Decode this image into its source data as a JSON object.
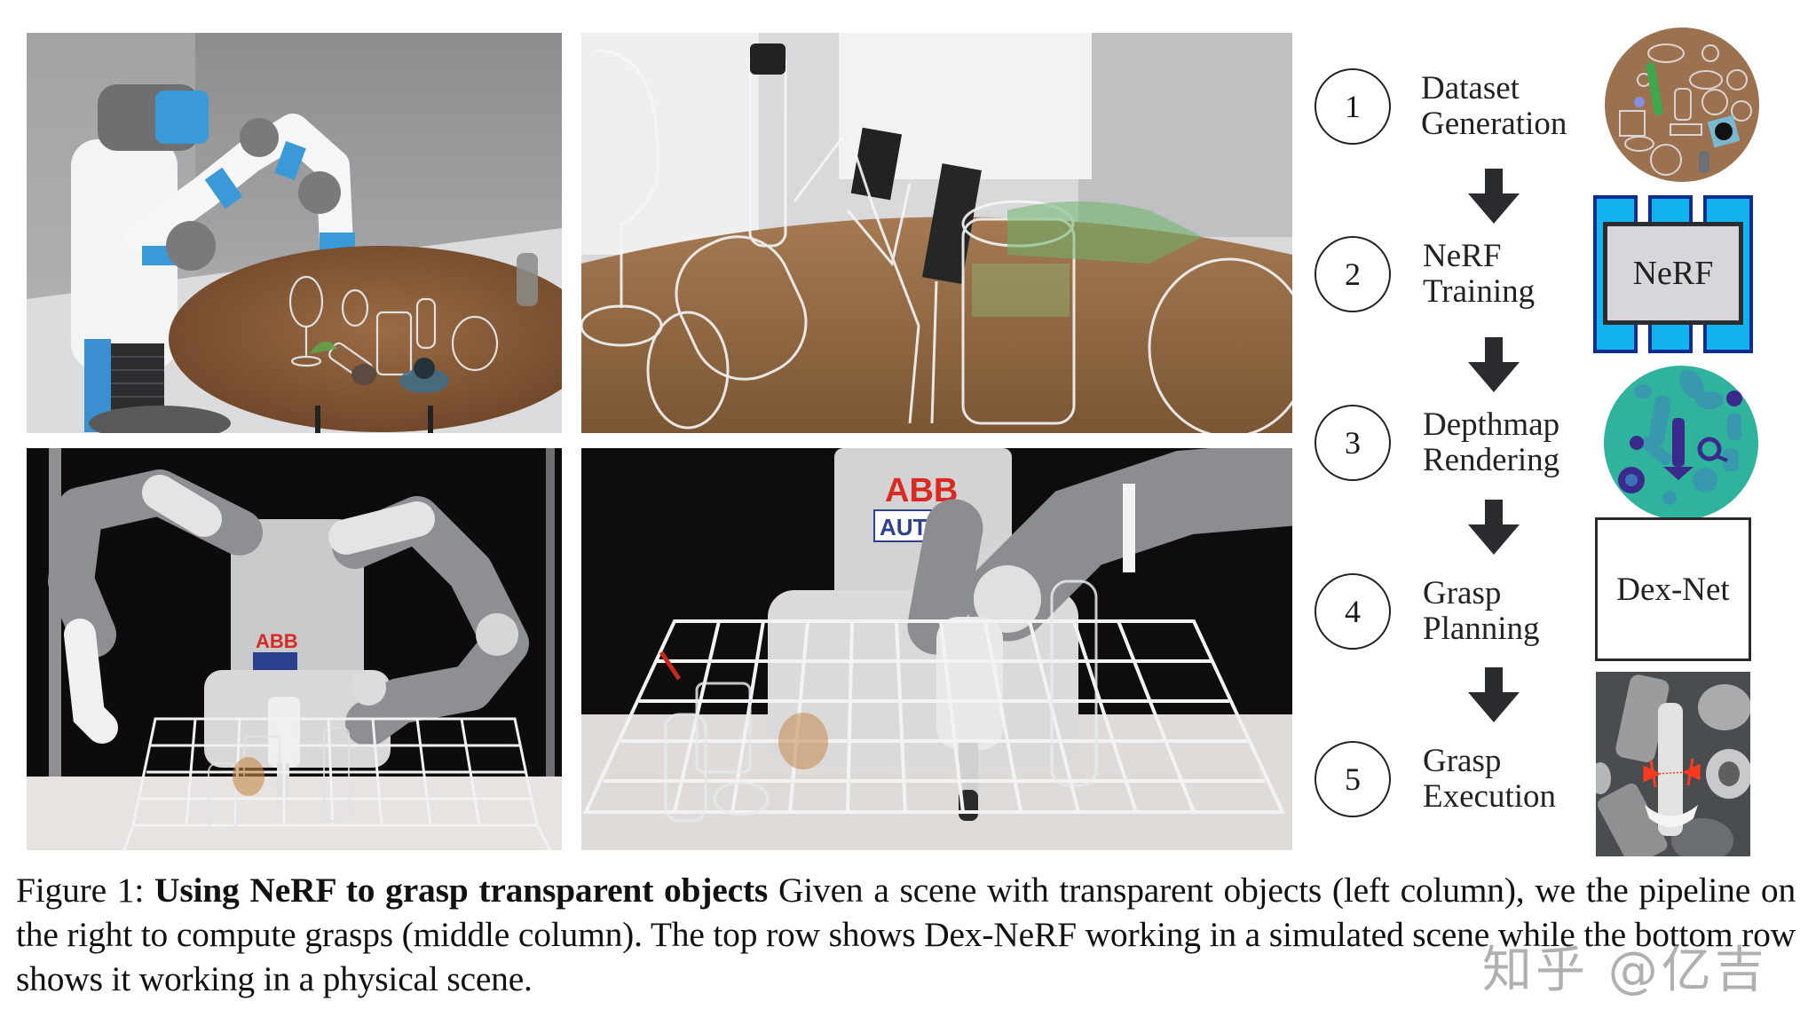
{
  "figure": {
    "panels": {
      "top_left": {
        "description": "Simulated Fetch mobile manipulator with blue/white arm reaching over a round wooden table covered in transparent glassware",
        "row": "top",
        "column": "left"
      },
      "top_middle": {
        "description": "Close-up render of parallel-jaw gripper grasping a transparent crystal deer figurine among wine glasses and a green bottle",
        "row": "top",
        "column": "middle"
      },
      "bottom_left": {
        "description": "Physical ABB YuMi dual-arm robot above a white wire basket containing transparent glass objects",
        "row": "bottom",
        "column": "left"
      },
      "bottom_middle": {
        "description": "Close-up of ABB YuMi gripper grasping a transparent object inside a white wire basket",
        "row": "bottom",
        "column": "middle"
      },
      "logo_text_abb": "ABB",
      "logo_text_auto": "AUTO"
    },
    "pipeline": {
      "steps": [
        {
          "number": "1",
          "line1": "Dataset",
          "line2": "Generation",
          "visual": "Top-down view of round wooden table with transparent objects"
        },
        {
          "number": "2",
          "line1": "NeRF",
          "line2": "Training",
          "visual": "NeRF block diagram",
          "box_label": "NeRF"
        },
        {
          "number": "3",
          "line1": "Depthmap",
          "line2": "Rendering",
          "visual": "Circular teal/purple rendered depth map"
        },
        {
          "number": "4",
          "line1": "Grasp",
          "line2": "Planning",
          "visual": "Dex-Net box",
          "box_label": "Dex-Net"
        },
        {
          "number": "5",
          "line1": "Grasp",
          "line2": "Execution",
          "visual": "Grayscale depth image with red grasp markers"
        }
      ],
      "colors": {
        "arrow": "#2a2b2e",
        "nerf_blue": "#12b4ef",
        "nerf_border": "#0d2c8f",
        "nerf_core": "#d6d7da",
        "depth_bg": "#2fb39c",
        "depth_obj": "#3a2a8c",
        "grasp_marker": "#ff3b1f"
      }
    },
    "caption": {
      "prefix": "Figure 1: ",
      "title": "Using NeRF to grasp transparent objects",
      "body": " Given a scene with transparent objects (left column), we the pipeline on the right to compute grasps (middle column). The top row shows Dex-NeRF working in a simulated scene while the bottom row shows it working in a physical scene."
    },
    "watermark": "知乎 @亿吉"
  }
}
